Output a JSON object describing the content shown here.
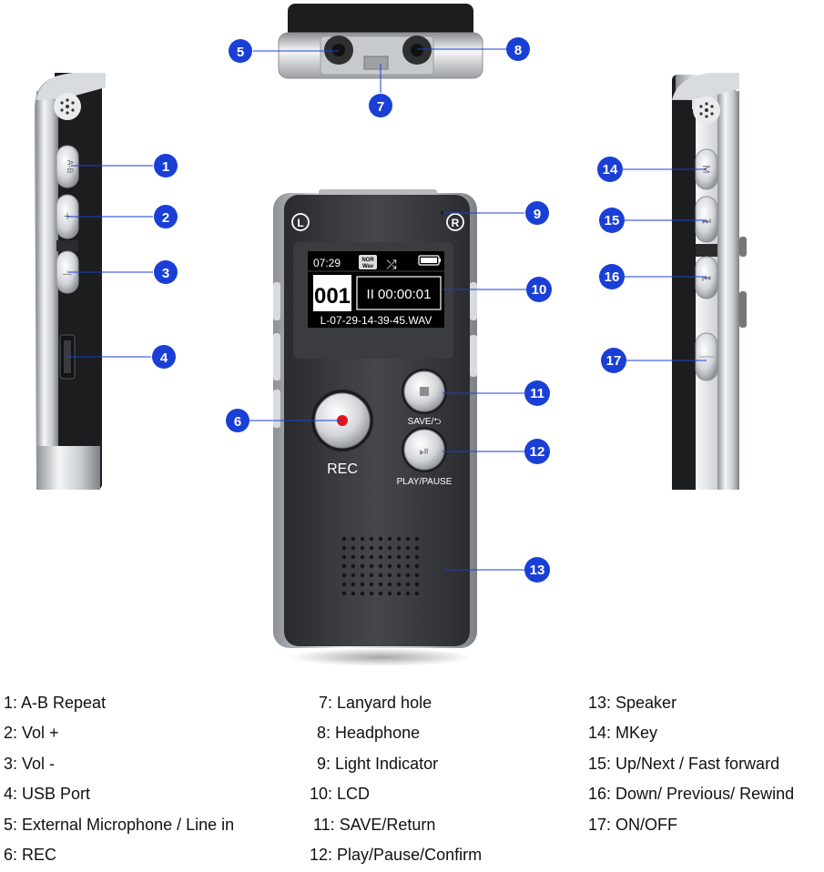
{
  "device": {
    "lcd": {
      "time": "07:29",
      "mode_top": "NOR",
      "mode_bottom": "Wav",
      "file_number": "001",
      "elapsed": "II 00:00:01",
      "filename": "L-07-29-14-39-45.WAV"
    },
    "side_letters": {
      "left": "L",
      "right": "R"
    },
    "rec_label": "REC",
    "save_label": "SAVE/⮌",
    "play_label": "PLAY/PAUSE",
    "left_side_button": "A-B",
    "plus_symbol": "+",
    "minus_symbol": "—",
    "m_key": "M"
  },
  "callouts": [
    "1",
    "2",
    "3",
    "4",
    "5",
    "6",
    "7",
    "8",
    "9",
    "10",
    "11",
    "12",
    "13",
    "14",
    "15",
    "16",
    "17"
  ],
  "callout_color": "#1a3fd6",
  "legend": {
    "col1": [
      "1: A-B Repeat",
      "2: Vol +",
      "3: Vol -",
      "4: USB Port",
      "5: External Microphone / Line in",
      "6: REC"
    ],
    "col2": [
      "7: Lanyard hole",
      "8: Headphone",
      "9: Light Indicator",
      "10: LCD",
      "11: SAVE/Return",
      "12: Play/Pause/Confirm"
    ],
    "col3": [
      "13: Speaker",
      "14: MKey",
      "15: Up/Next / Fast forward",
      "16: Down/ Previous/ Rewind",
      "17: ON/OFF"
    ]
  }
}
